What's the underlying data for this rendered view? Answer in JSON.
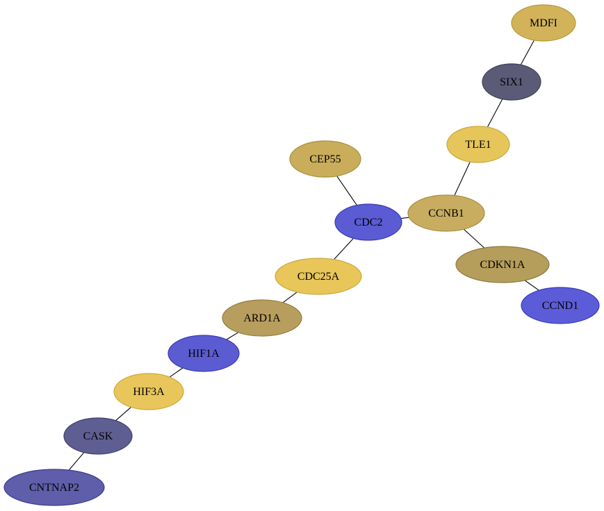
{
  "graph": {
    "nodes": [
      {
        "id": "MDFI",
        "label": "MDFI",
        "fill": "#d2b35a",
        "stroke": "#b8963a"
      },
      {
        "id": "SIX1",
        "label": "SIX1",
        "fill": "#5b5b77",
        "stroke": "#3e3e58"
      },
      {
        "id": "TLE1",
        "label": "TLE1",
        "fill": "#e6c55a",
        "stroke": "#c9a73c"
      },
      {
        "id": "CEP55",
        "label": "CEP55",
        "fill": "#c9ad5a",
        "stroke": "#a88f3a"
      },
      {
        "id": "CDC2",
        "label": "CDC2",
        "fill": "#5b5bd4",
        "stroke": "#3a3ab5"
      },
      {
        "id": "CCNB1",
        "label": "CCNB1",
        "fill": "#c8ad60",
        "stroke": "#a68e40"
      },
      {
        "id": "CDKN1A",
        "label": "CDKN1A",
        "fill": "#b59d5b",
        "stroke": "#8f7a3c"
      },
      {
        "id": "CCND1",
        "label": "CCND1",
        "fill": "#5c5cd8",
        "stroke": "#3a3ab8"
      },
      {
        "id": "CDC25A",
        "label": "CDC25A",
        "fill": "#e8c65a",
        "stroke": "#cba83c"
      },
      {
        "id": "ARD1A",
        "label": "ARD1A",
        "fill": "#b89e5e",
        "stroke": "#947c3e"
      },
      {
        "id": "HIF1A",
        "label": "HIF1A",
        "fill": "#5c5cd2",
        "stroke": "#3a3ab3"
      },
      {
        "id": "HIF3A",
        "label": "HIF3A",
        "fill": "#e8c65c",
        "stroke": "#cba83c"
      },
      {
        "id": "CASK",
        "label": "CASK",
        "fill": "#5e5e92",
        "stroke": "#3e3e70"
      },
      {
        "id": "CNTNAP2",
        "label": "CNTNAP2",
        "fill": "#5e5eaa",
        "stroke": "#3c3c8c"
      }
    ],
    "edges": [
      {
        "source": "MDFI",
        "target": "SIX1"
      },
      {
        "source": "SIX1",
        "target": "TLE1"
      },
      {
        "source": "TLE1",
        "target": "CCNB1"
      },
      {
        "source": "CEP55",
        "target": "CDC2"
      },
      {
        "source": "CDC2",
        "target": "CCNB1"
      },
      {
        "source": "CCNB1",
        "target": "CDKN1A"
      },
      {
        "source": "CDKN1A",
        "target": "CCND1"
      },
      {
        "source": "CDC2",
        "target": "CDC25A"
      },
      {
        "source": "CDC25A",
        "target": "ARD1A"
      },
      {
        "source": "ARD1A",
        "target": "HIF1A"
      },
      {
        "source": "HIF1A",
        "target": "HIF3A"
      },
      {
        "source": "HIF3A",
        "target": "CASK"
      },
      {
        "source": "CASK",
        "target": "CNTNAP2"
      }
    ]
  }
}
